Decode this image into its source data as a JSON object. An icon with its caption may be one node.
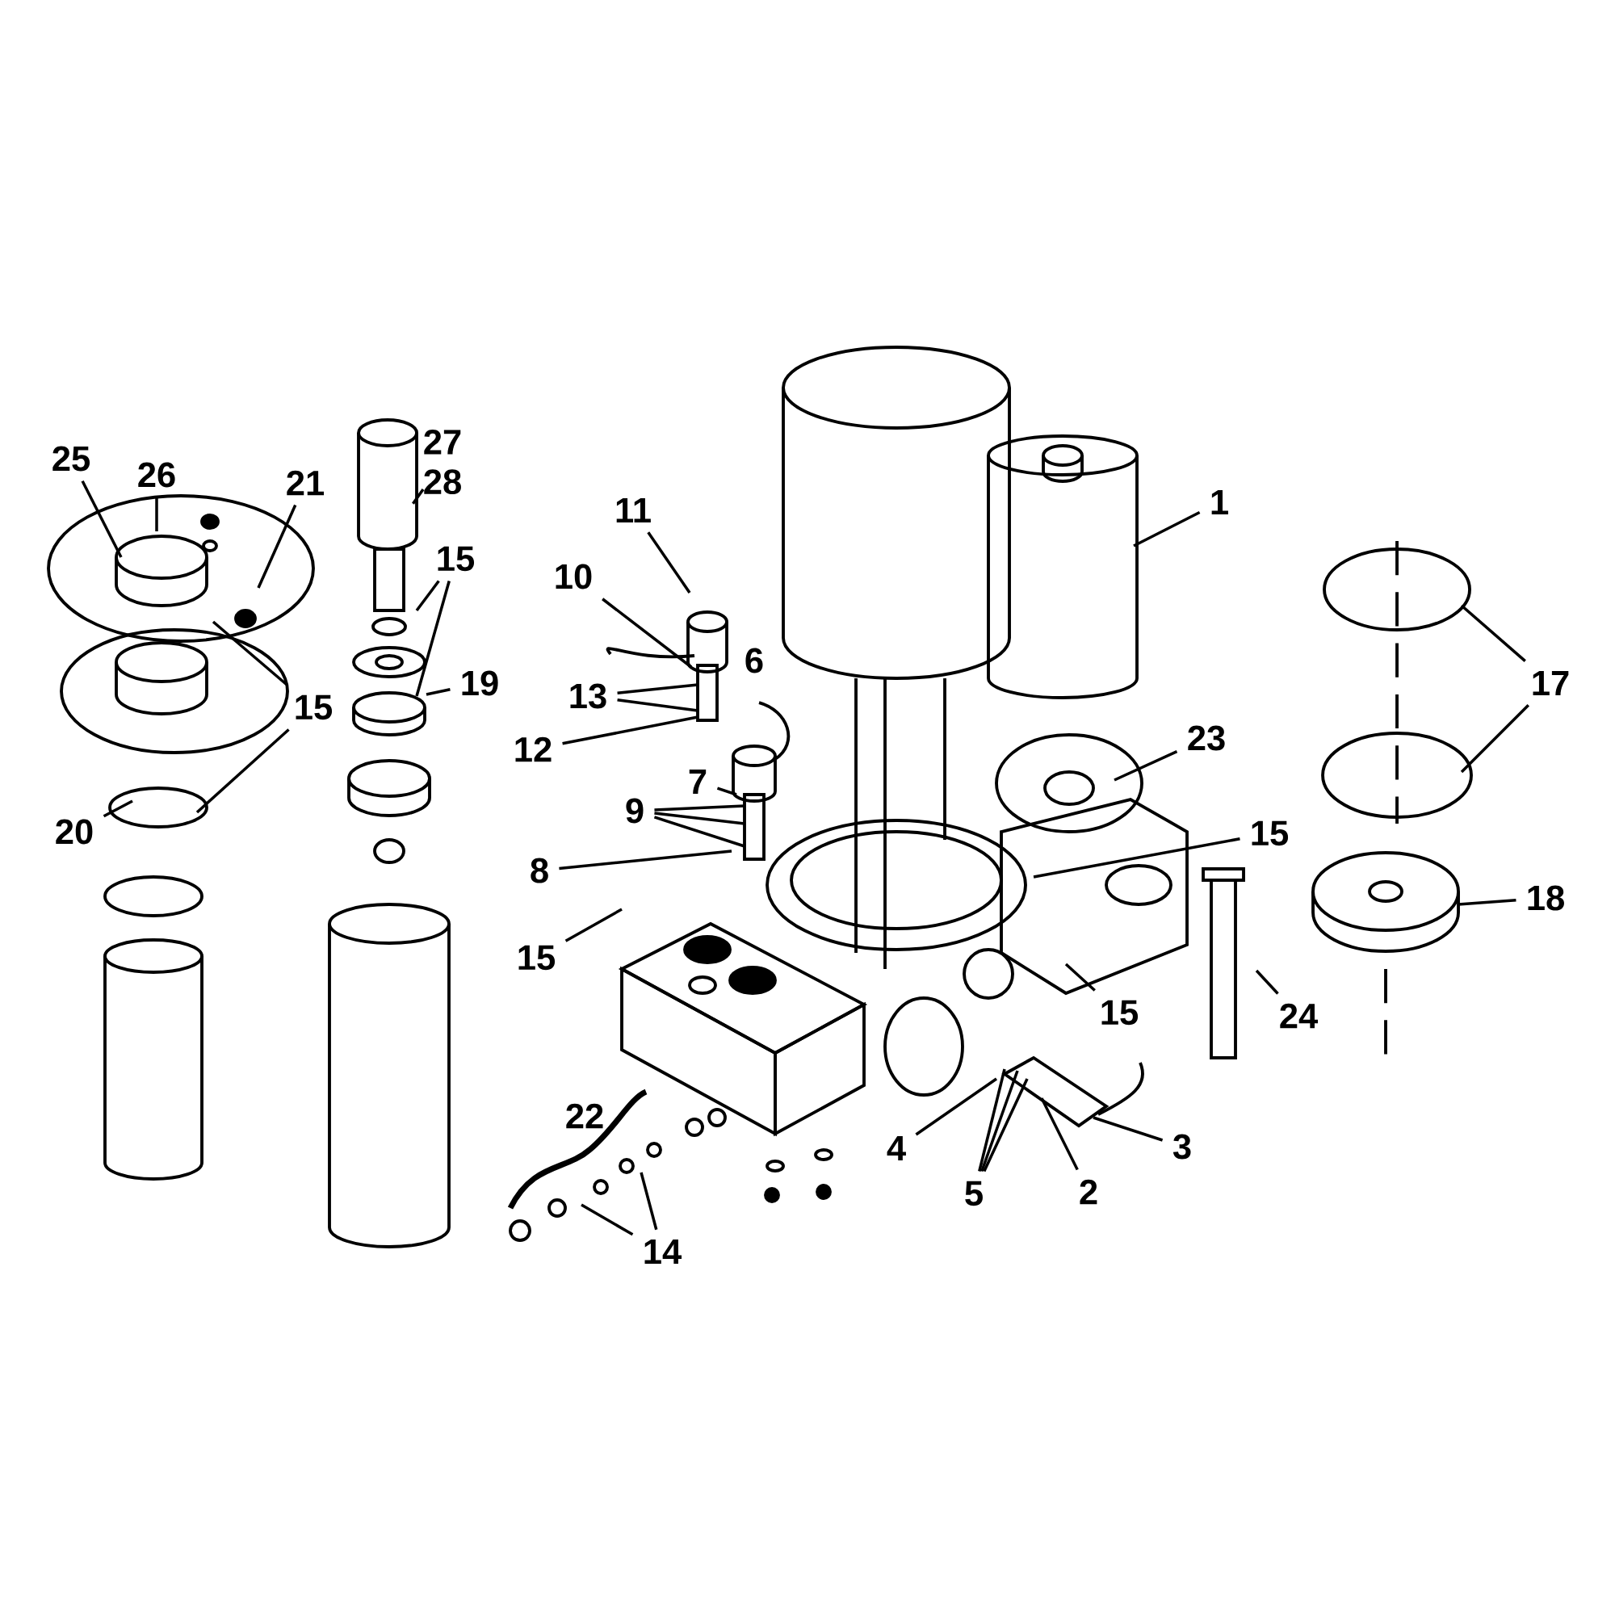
{
  "diagram": {
    "nodes": [
      {
        "text": [
          "25"
        ]
      },
      {
        "text": [
          "26"
        ]
      },
      {
        "text": [
          "21"
        ]
      },
      {
        "text": [
          "27",
          "28"
        ]
      },
      {
        "text": [
          "15"
        ]
      },
      {
        "text": [
          "19"
        ]
      },
      {
        "text": [
          "15"
        ]
      },
      {
        "text": [
          "20"
        ]
      },
      {
        "text": [
          "11"
        ]
      },
      {
        "text": [
          "10"
        ]
      },
      {
        "text": [
          "13"
        ]
      },
      {
        "text": [
          "12"
        ]
      },
      {
        "text": [
          "7"
        ]
      },
      {
        "text": [
          "9"
        ]
      },
      {
        "text": [
          "8"
        ]
      },
      {
        "text": [
          "15"
        ]
      },
      {
        "text": [
          "14"
        ]
      },
      {
        "text": [
          "4"
        ]
      },
      {
        "text": [
          "5"
        ]
      },
      {
        "text": [
          "2"
        ]
      },
      {
        "text": [
          "3"
        ]
      },
      {
        "text": [
          "15"
        ]
      },
      {
        "text": [
          "15"
        ]
      },
      {
        "text": [
          "23"
        ]
      },
      {
        "text": [
          "24"
        ]
      },
      {
        "text": [
          "1"
        ]
      },
      {
        "text": [
          "17"
        ]
      },
      {
        "text": [
          "18"
        ]
      }
    ],
    "edges": [
      {
        "from": 0,
        "to": null,
        "arrow": "none"
      },
      {
        "from": 1,
        "to": null,
        "arrow": "none"
      },
      {
        "from": 2,
        "to": null,
        "arrow": "none"
      },
      {
        "from": 3,
        "to": null,
        "arrow": "none"
      },
      {
        "from": 4,
        "to": null,
        "arrow": "none"
      },
      {
        "from": 4,
        "to": null,
        "arrow": "none"
      },
      {
        "from": 5,
        "to": null,
        "arrow": "none"
      },
      {
        "from": 6,
        "to": null,
        "arrow": "none"
      },
      {
        "from": 6,
        "to": null,
        "arrow": "none"
      },
      {
        "from": 7,
        "to": null,
        "arrow": "none"
      },
      {
        "from": 8,
        "to": null,
        "arrow": "none"
      },
      {
        "from": 9,
        "to": null,
        "arrow": "none"
      },
      {
        "from": 10,
        "to": null,
        "arrow": "none"
      },
      {
        "from": 10,
        "to": null,
        "arrow": "none"
      },
      {
        "from": 11,
        "to": null,
        "arrow": "none"
      },
      {
        "from": 12,
        "to": null,
        "arrow": "none"
      },
      {
        "from": 13,
        "to": null,
        "arrow": "none"
      },
      {
        "from": 13,
        "to": null,
        "arrow": "none"
      },
      {
        "from": 13,
        "to": null,
        "arrow": "none"
      },
      {
        "from": 14,
        "to": null,
        "arrow": "none"
      },
      {
        "from": 15,
        "to": null,
        "arrow": "none"
      },
      {
        "from": 16,
        "to": null,
        "arrow": "none"
      },
      {
        "from": 16,
        "to": null,
        "arrow": "none"
      },
      {
        "from": 17,
        "to": null,
        "arrow": "none"
      },
      {
        "from": 18,
        "to": null,
        "arrow": "none"
      },
      {
        "from": 18,
        "to": null,
        "arrow": "none"
      },
      {
        "from": 18,
        "to": null,
        "arrow": "none"
      },
      {
        "from": 19,
        "to": null,
        "arrow": "none"
      },
      {
        "from": 20,
        "to": null,
        "arrow": "none"
      },
      {
        "from": 21,
        "to": null,
        "arrow": "none"
      },
      {
        "from": 22,
        "to": null,
        "arrow": "none"
      },
      {
        "from": 23,
        "to": null,
        "arrow": "none"
      },
      {
        "from": 24,
        "to": null,
        "arrow": "none"
      },
      {
        "from": 25,
        "to": null,
        "arrow": "none"
      },
      {
        "from": 26,
        "to": null,
        "arrow": "none"
      },
      {
        "from": 26,
        "to": null,
        "arrow": "none"
      },
      {
        "from": 27,
        "to": null,
        "arrow": "none"
      }
    ],
    "labels": [
      "6",
      "22"
    ]
  }
}
